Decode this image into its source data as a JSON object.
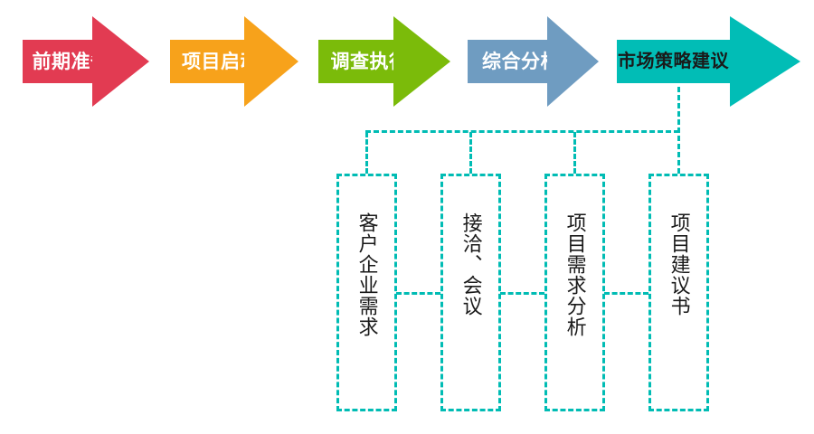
{
  "flow": {
    "stages": [
      {
        "label": "前期准备",
        "color": "#E23B52",
        "text_color": "#FFFFFF"
      },
      {
        "label": "项目启动",
        "color": "#F7A21B",
        "text_color": "#FFFFFF"
      },
      {
        "label": "调查执行",
        "color": "#7BBB0A",
        "text_color": "#FFFFFF"
      },
      {
        "label": "综合分析",
        "color": "#6F9CC1",
        "text_color": "#FFFFFF"
      },
      {
        "label": "市场策略建议",
        "color": "#01BDB6",
        "text_color": "#1A1A1A"
      }
    ],
    "boxes": [
      {
        "label": "客户企业需求"
      },
      {
        "label": "接洽、会议"
      },
      {
        "label": "项目需求分析"
      },
      {
        "label": "项目建议书"
      }
    ],
    "connector_color": "#00BCB4",
    "background_color": "#FFFFFF"
  }
}
